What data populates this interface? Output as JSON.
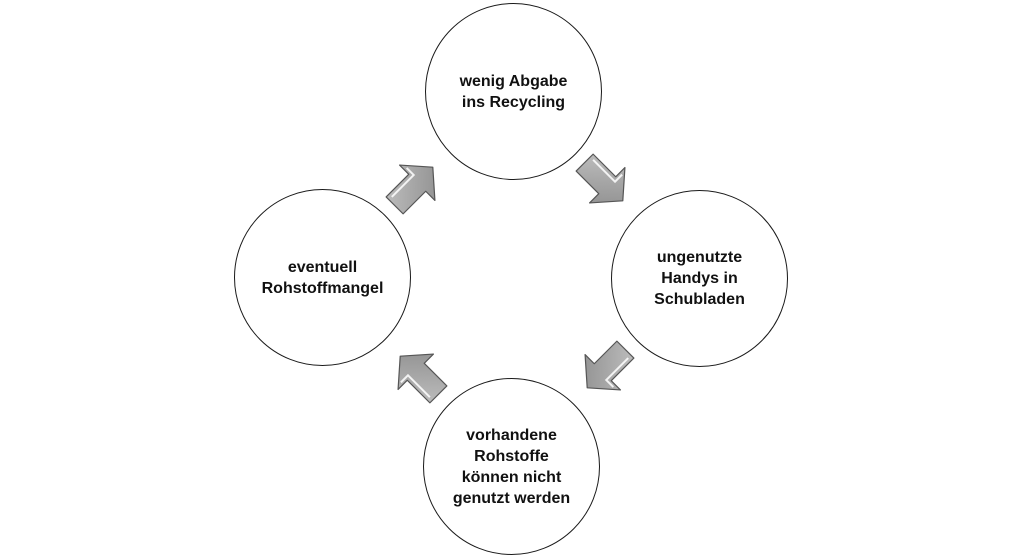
{
  "diagram": {
    "type": "cycle",
    "nodes": [
      {
        "id": "top",
        "label": "wenig Abgabe\nins Recycling"
      },
      {
        "id": "right",
        "label": "ungenutzte\nHandys in\nSchubladen"
      },
      {
        "id": "bottom",
        "label": "vorhandene\nRohstoffe\nkönnen nicht\ngenutzt werden"
      },
      {
        "id": "left",
        "label": "eventuell\nRohstoffmangel"
      }
    ],
    "edges": [
      {
        "from": "top",
        "to": "right"
      },
      {
        "from": "right",
        "to": "bottom"
      },
      {
        "from": "bottom",
        "to": "left"
      },
      {
        "from": "left",
        "to": "top"
      }
    ],
    "colors": {
      "arrow_fill": "#a6a6a6",
      "arrow_stroke": "#555555",
      "arrow_highlight": "#ffffff",
      "node_border": "#1a1a1a",
      "text": "#111111"
    }
  }
}
